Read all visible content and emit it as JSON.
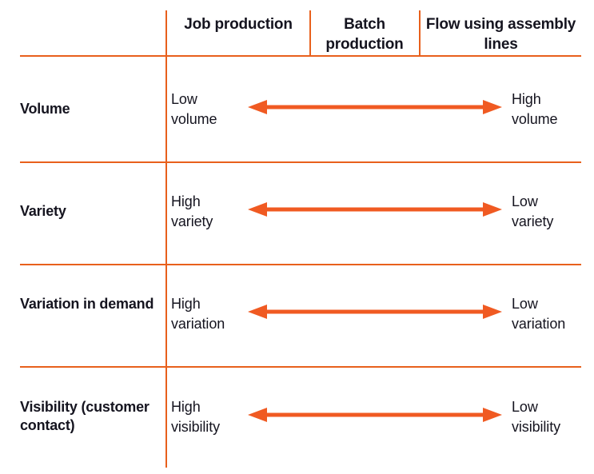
{
  "figure": {
    "type": "comparison-table",
    "accent_color": "#E8601C",
    "text_color": "#15141f",
    "background": "#ffffff"
  },
  "header": {
    "corner_label": "",
    "columns": [
      {
        "id": "job-production",
        "label": "Job\nproduction"
      },
      {
        "id": "batch-production",
        "label": "Batch\nproduction"
      },
      {
        "id": "flow-assembly",
        "label": "Flow using\nassembly lines"
      }
    ]
  },
  "rows": [
    {
      "id": "volume",
      "label": "Volume",
      "left_value": "Low\nvolume",
      "right_value": "High\nvolume",
      "arrow": "double-headed-arrow"
    },
    {
      "id": "variety",
      "label": "Variety",
      "left_value": "High\nvariety",
      "right_value": "Low\nvariety",
      "arrow": "double-headed-arrow"
    },
    {
      "id": "variation-in-demand",
      "label": "Variation\nin demand",
      "left_value": "High\nvariation",
      "right_value": "Low\nvariation",
      "arrow": "double-headed-arrow"
    },
    {
      "id": "visibility",
      "label": "Visibility\n(customer contact)",
      "left_value": "High\nvisibility",
      "right_value": "Low\nvisibility",
      "arrow": "double-headed-arrow"
    }
  ]
}
